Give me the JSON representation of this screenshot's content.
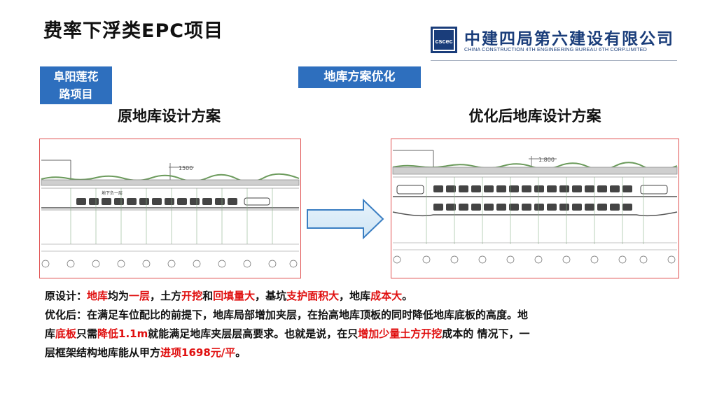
{
  "title": "费率下浮类EPC项目",
  "company": {
    "name_cn": "中建四局第六建设有限公司",
    "name_en": "CHINA CONSTRUCTION 4TH ENGINEERING BUREAU 6TH CORP.LIMITED",
    "brand_color": "#1a3d7a"
  },
  "tag_project": {
    "line1": "阜阳莲花",
    "line2": "路项目"
  },
  "tag_topic": "地库方案优化",
  "original": {
    "caption": "原地库设计方案",
    "dim_label": "1500",
    "floor_label": "地下负一层"
  },
  "optimized": {
    "caption": "优化后地库设计方案",
    "dim_label": "1.800"
  },
  "description": {
    "line1": [
      {
        "t": "原设计：",
        "hl": false
      },
      {
        "t": "地库",
        "hl": true
      },
      {
        "t": "均为",
        "hl": false
      },
      {
        "t": "一层",
        "hl": true
      },
      {
        "t": "，土方",
        "hl": false
      },
      {
        "t": "开挖",
        "hl": true
      },
      {
        "t": "和",
        "hl": false
      },
      {
        "t": "回填量大",
        "hl": true
      },
      {
        "t": "，基坑",
        "hl": false
      },
      {
        "t": "支护面积大",
        "hl": true
      },
      {
        "t": "，地库",
        "hl": false
      },
      {
        "t": "成本大",
        "hl": true
      },
      {
        "t": "。",
        "hl": false
      }
    ],
    "line2": [
      {
        "t": "优化后：在满足车位配比的前提下，地库局部增加夹层，在抬高地库顶板的同时降低地库底板的高度。地",
        "hl": false
      }
    ],
    "line3": [
      {
        "t": "库",
        "hl": false
      },
      {
        "t": "底板",
        "hl": true
      },
      {
        "t": "只需",
        "hl": false
      },
      {
        "t": "降低1.1m",
        "hl": true
      },
      {
        "t": "就能满足地库夹层层高要求。也就是说，在只",
        "hl": false
      },
      {
        "t": "增加少量土方开挖",
        "hl": true
      },
      {
        "t": "成本的 情况下，一",
        "hl": false
      }
    ],
    "line4": [
      {
        "t": "层框架结构地库能从甲方",
        "hl": false
      },
      {
        "t": "进项1698元/平",
        "hl": true
      },
      {
        "t": "。",
        "hl": false
      }
    ],
    "highlight_color": "#e01010"
  }
}
